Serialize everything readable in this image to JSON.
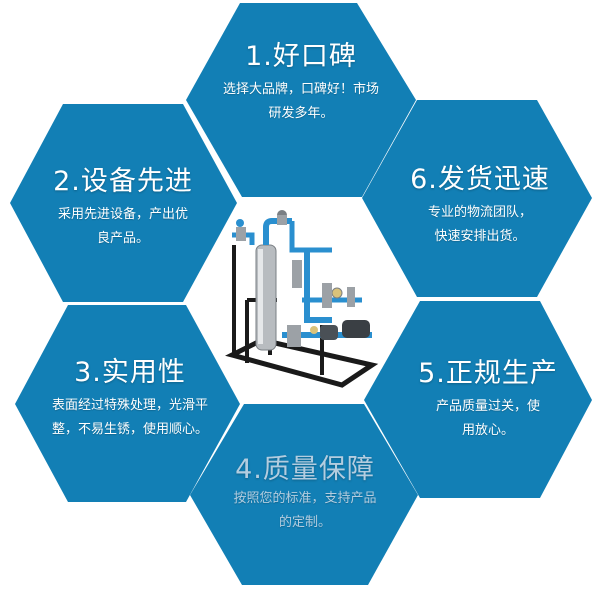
{
  "colors": {
    "hex_fill": "#127fb5",
    "background": "#ffffff",
    "text": "#ffffff",
    "faded_text": "#b3cde0",
    "pipe_blue": "#2a8fcf",
    "frame_black": "#1a1a1a",
    "steel": "#b8bcc0"
  },
  "center": {
    "image": "industrial-piping-skid-unit"
  },
  "features": [
    {
      "id": 1,
      "title": "1.好口碑",
      "desc_lines": [
        "选择大品牌，口碑好！市场",
        "研发多年。"
      ]
    },
    {
      "id": 2,
      "title": "2.设备先进",
      "desc_lines": [
        "采用先进设备，产出优",
        "良产品。"
      ]
    },
    {
      "id": 3,
      "title": "3.实用性",
      "desc_lines": [
        "表面经过特殊处理，光滑平",
        "整，不易生锈，使用顺心。"
      ]
    },
    {
      "id": 4,
      "title": "4.质量保障",
      "desc_lines": [
        "按照您的标准，支持产品",
        "的定制。"
      ]
    },
    {
      "id": 5,
      "title": "5.正规生产",
      "desc_lines": [
        "产品质量过关，使",
        "用放心。"
      ]
    },
    {
      "id": 6,
      "title": "6.发货迅速",
      "desc_lines": [
        "专业的物流团队，",
        "快速安排出货。"
      ]
    }
  ]
}
